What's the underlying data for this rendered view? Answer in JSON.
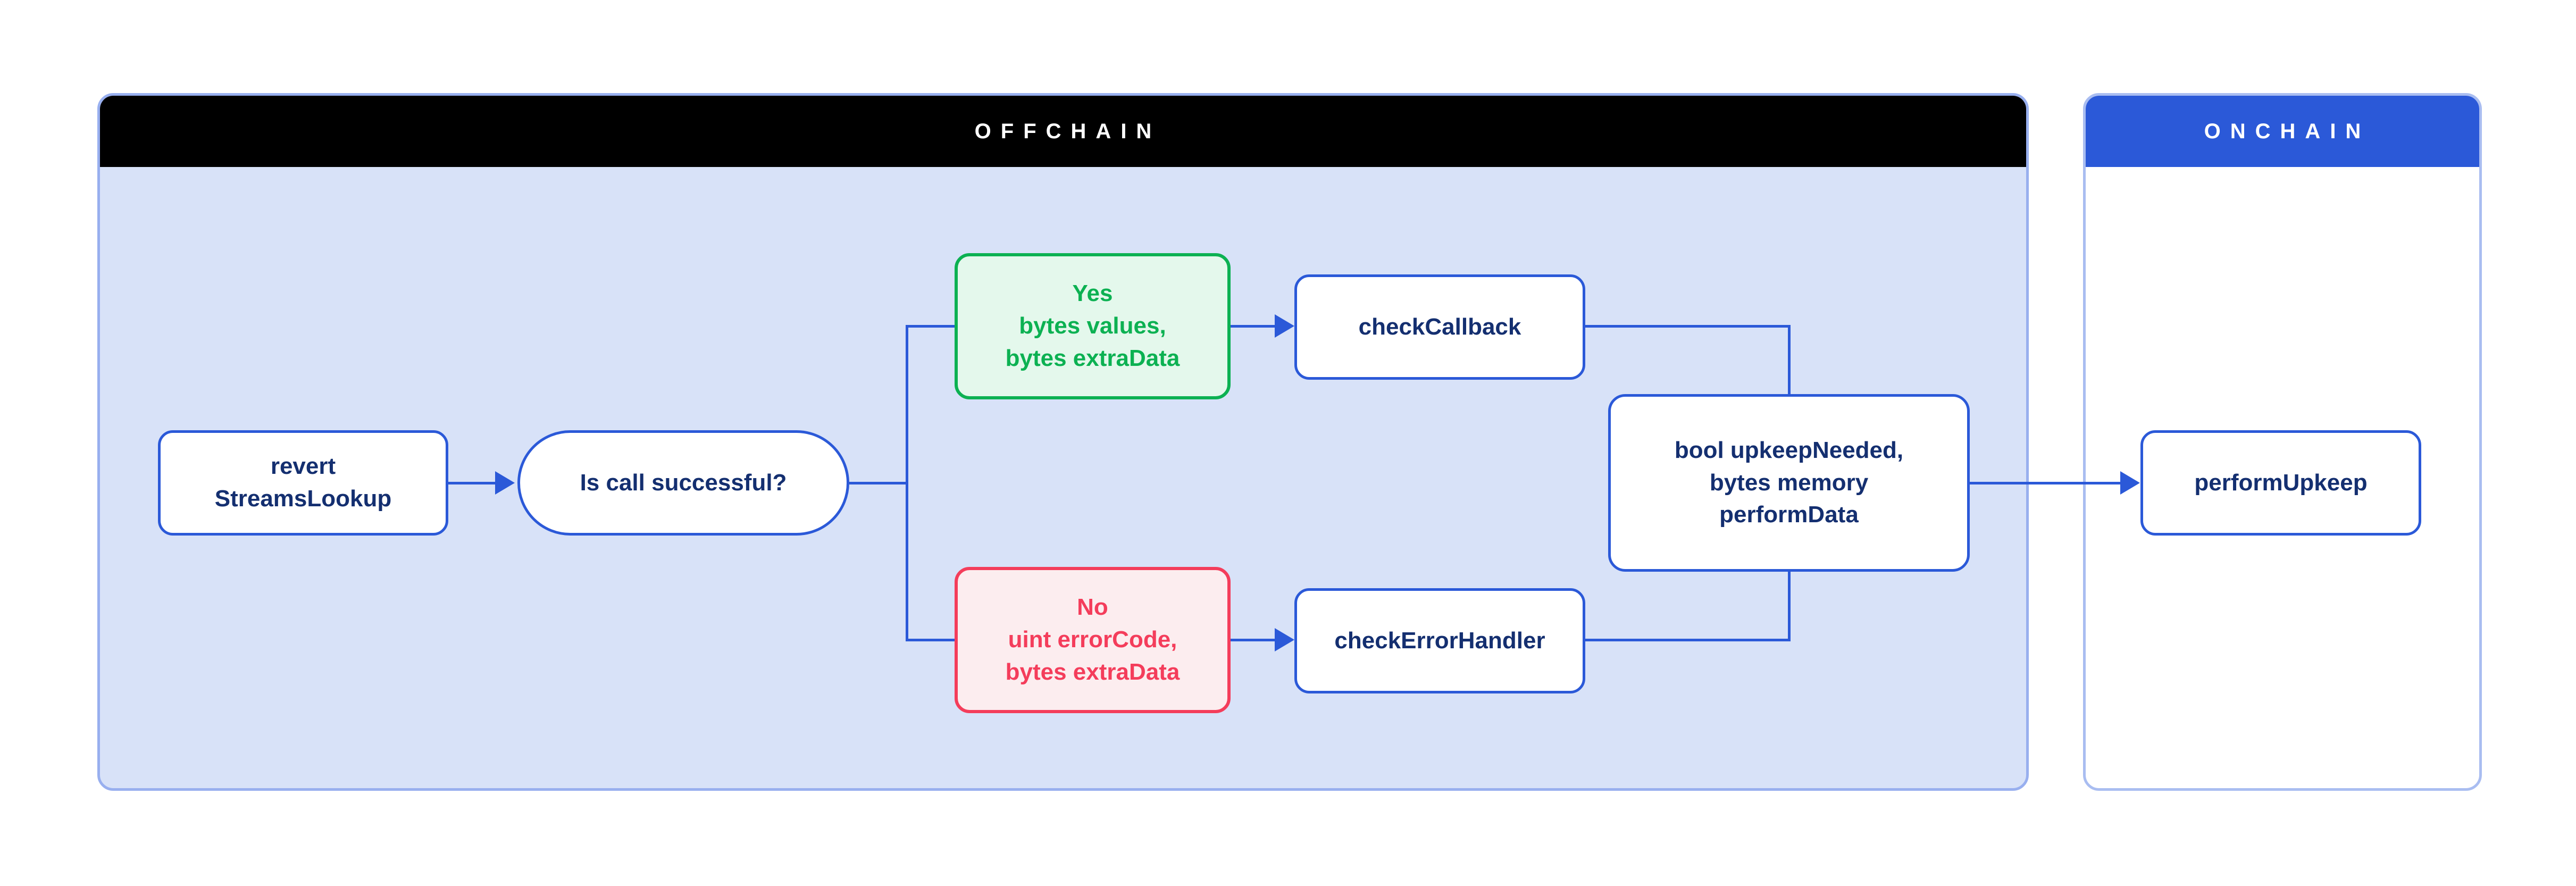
{
  "panels": {
    "offchain": {
      "title": "OFFCHAIN"
    },
    "onchain": {
      "title": "ONCHAIN"
    }
  },
  "nodes": {
    "revert": "revert\nStreamsLookup",
    "decision": "Is call successful?",
    "yes": "Yes\nbytes values,\nbytes extraData",
    "no": "No\nuint errorCode,\nbytes extraData",
    "check_callback": "checkCallback",
    "check_error_handler": "checkErrorHandler",
    "output": "bool upkeepNeeded,\nbytes memory\nperformData",
    "perform_upkeep": "performUpkeep"
  },
  "colors": {
    "accent_blue": "#2B59D8",
    "navy_text": "#142F70",
    "offchain_header": "#000000",
    "onchain_header": "#2B59D8",
    "offchain_panel_fill": "#D8E2F8",
    "offchain_panel_border": "#98AFEF",
    "onchain_panel_border": "#A9BDF1",
    "yes_green": "#0CB152",
    "yes_green_fill": "#E4F8EC",
    "no_red": "#F43D5B",
    "no_red_fill": "#FCEDEF",
    "node_fill": "#FFFFFF"
  }
}
